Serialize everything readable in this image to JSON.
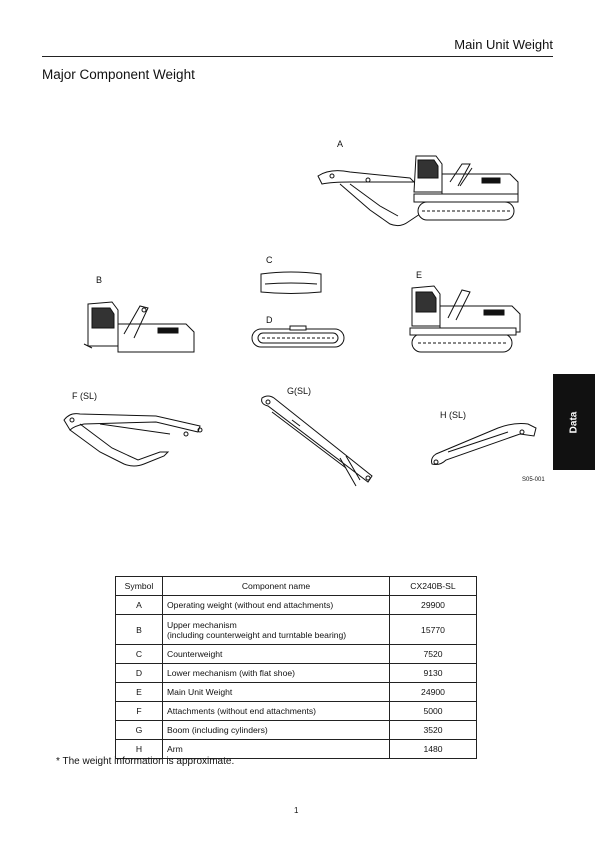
{
  "header": {
    "title": "Main Unit Weight"
  },
  "section": {
    "title": "Major Component Weight"
  },
  "figure": {
    "labels": {
      "a": "A",
      "b": "B",
      "c": "C",
      "d": "D",
      "e": "E",
      "f": "F (SL)",
      "g": "G(SL)",
      "h": "H (SL)"
    },
    "code": "S05-001"
  },
  "side_tab": {
    "label": "Data"
  },
  "table": {
    "headers": {
      "symbol": "Symbol",
      "component": "Component name",
      "model": "CX240B-SL"
    },
    "rows": [
      {
        "symbol": "A",
        "name": "Operating weight (without end attachments)",
        "name2": "",
        "value": "29900"
      },
      {
        "symbol": "B",
        "name": "Upper mechanism",
        "name2": "(including counterweight and turntable bearing)",
        "value": "15770"
      },
      {
        "symbol": "C",
        "name": "Counterweight",
        "name2": "",
        "value": "7520"
      },
      {
        "symbol": "D",
        "name": "Lower mechanism (with flat shoe)",
        "name2": "",
        "value": "9130"
      },
      {
        "symbol": "E",
        "name": "Main Unit Weight",
        "name2": "",
        "value": "24900"
      },
      {
        "symbol": "F",
        "name": "Attachments (without end attachments)",
        "name2": "",
        "value": "5000"
      },
      {
        "symbol": "G",
        "name": "Boom (including cylinders)",
        "name2": "",
        "value": "3520"
      },
      {
        "symbol": "H",
        "name": "Arm",
        "name2": "",
        "value": "1480"
      }
    ]
  },
  "footnote": "* The weight information is approximate.",
  "page_number": "1"
}
